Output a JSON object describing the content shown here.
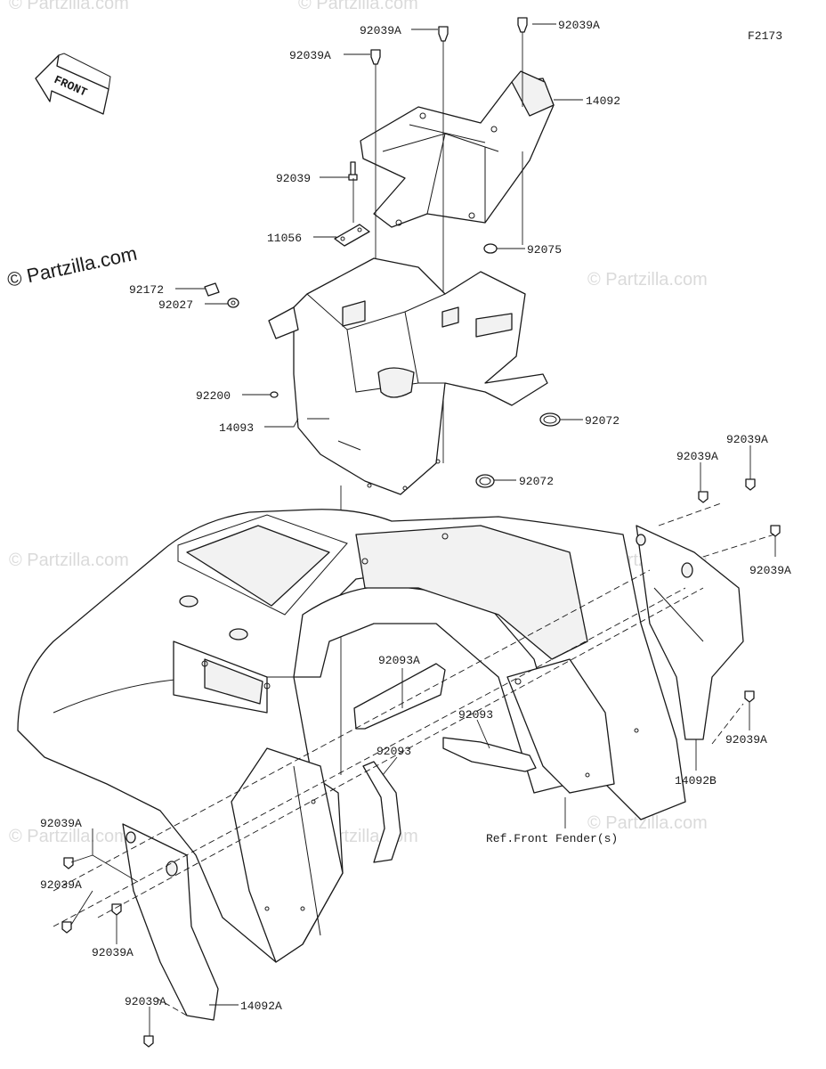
{
  "diagram": {
    "figure_code": "F2173",
    "front_label": "FRONT",
    "watermark_primary": "© Partzilla.com",
    "watermark_faint": "© Partzilla.com",
    "reference_note": "Ref.Front Fender(s)"
  },
  "callouts": [
    {
      "text": "92039A"
    },
    {
      "text": "92039A"
    },
    {
      "text": "92039A"
    },
    {
      "text": "14092"
    },
    {
      "text": "92039"
    },
    {
      "text": "11056"
    },
    {
      "text": "92075"
    },
    {
      "text": "92172"
    },
    {
      "text": "92027"
    },
    {
      "text": "92200"
    },
    {
      "text": "14093"
    },
    {
      "text": "92072"
    },
    {
      "text": "92072"
    },
    {
      "text": "92039A"
    },
    {
      "text": "92039A"
    },
    {
      "text": "92039A"
    },
    {
      "text": "92093A"
    },
    {
      "text": "92093"
    },
    {
      "text": "92093"
    },
    {
      "text": "92039A"
    },
    {
      "text": "14092B"
    },
    {
      "text": "92039A"
    },
    {
      "text": "92039A"
    },
    {
      "text": "92039A"
    },
    {
      "text": "14092A"
    },
    {
      "text": "92039A"
    }
  ]
}
